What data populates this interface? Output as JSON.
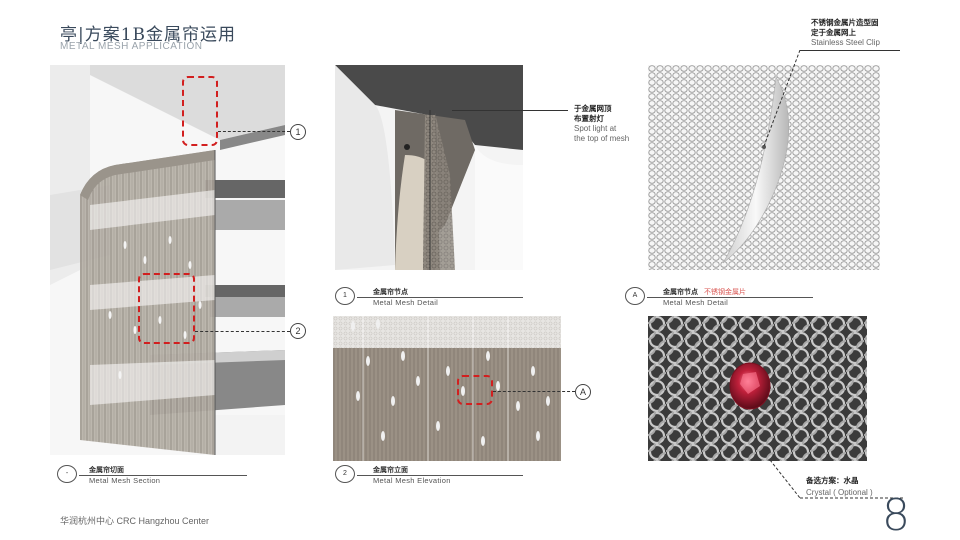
{
  "header": {
    "title": "亭|方案1B金属帘运用",
    "subtitle": "METAL MESH APPLICATION"
  },
  "callouts": {
    "clip": {
      "zh_line1": "不锈钢金属片造型固",
      "zh_line2": "定于金属网上",
      "en": "Stainless Steel Clip"
    },
    "spotlight": {
      "zh_line1": "于金属网顶",
      "zh_line2": "布置射灯",
      "en_line1": "Spot light at",
      "en_line2": "the top of mesh"
    },
    "crystal": {
      "zh": "备选方案：水晶",
      "en": "Crystal ( Optional )"
    }
  },
  "captions": {
    "section": {
      "number": "-",
      "zh": "金属帘切面",
      "en": "Metal Mesh Section"
    },
    "detail1": {
      "number": "1",
      "zh": "金属帘节点",
      "en": "Metal Mesh Detail"
    },
    "detailA": {
      "number": "A",
      "zh": "金属帘节点",
      "zh_note": "不锈钢金属片",
      "en": "Metal Mesh Detail"
    },
    "elevation": {
      "number": "2",
      "zh": "金属帘立面",
      "en": "Metal Mesh Elevation"
    }
  },
  "markers": {
    "m1": "1",
    "m2": "2",
    "mA": "A"
  },
  "footer": {
    "text": "华润杭州中心 CRC Hangzhou Center"
  },
  "page_number": "8",
  "colors": {
    "accent": "#d21f1f",
    "title": "#3a4a5c",
    "mesh": "#8f887f"
  }
}
